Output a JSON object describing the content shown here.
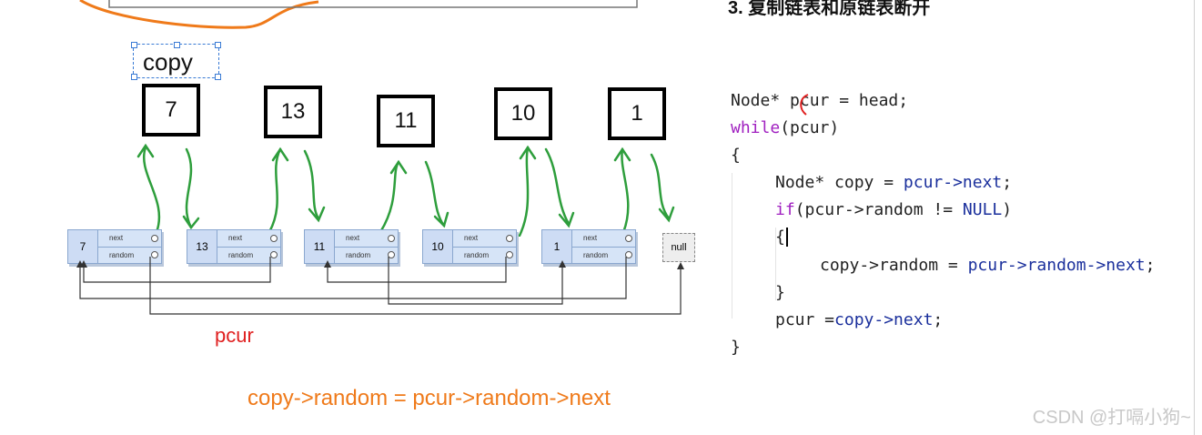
{
  "copy_label": "copy",
  "copy_values": [
    "7",
    "13",
    "11",
    "10",
    "1"
  ],
  "nodes": [
    {
      "val": "7",
      "next": "next",
      "random": "random"
    },
    {
      "val": "13",
      "next": "next",
      "random": "random"
    },
    {
      "val": "11",
      "next": "next",
      "random": "random"
    },
    {
      "val": "10",
      "next": "next",
      "random": "random"
    },
    {
      "val": "1",
      "next": "next",
      "random": "random"
    }
  ],
  "null_label": "null",
  "pcur_label": "pcur",
  "formula": "copy->random = pcur->random->next",
  "section_title": "3. 复制链表和原链表断开",
  "code": {
    "l1_a": "Node* ",
    "l1_b": "pcur",
    "l1_c": " = head;",
    "l2_kw": "while",
    "l2_b": "(pcur)",
    "l3": "{",
    "l4_a": "Node* copy = ",
    "l4_b": "pcur->next",
    "l4_c": ";",
    "l5_kw": "if",
    "l5_b": "(pcur->random != ",
    "l5_c": "NULL",
    "l5_d": ")",
    "l6": "{",
    "l7_a": "copy->random = ",
    "l7_b": "pcur->random->next",
    "l7_c": ";",
    "l8": "}",
    "l9_a": "pcur =",
    "l9_b": "copy->next",
    "l9_c": ";",
    "l10": "}"
  },
  "watermark": "CSDN @打嗝小狗~",
  "colors": {
    "arrow": "#2e9e3c",
    "orange": "#ef7a1a",
    "red": "#e02020"
  }
}
